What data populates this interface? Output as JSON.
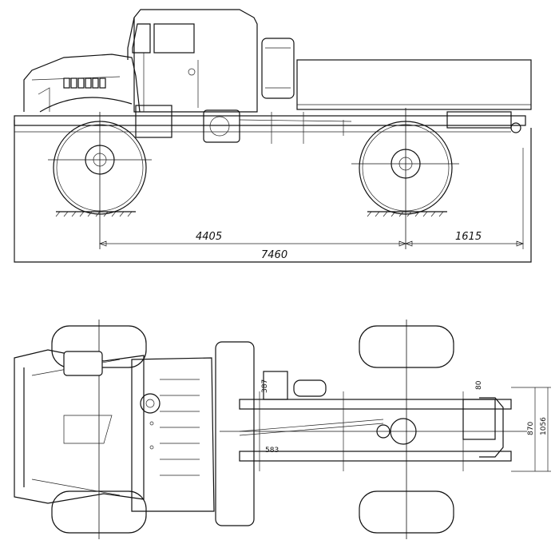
{
  "side_view": {
    "dims": {
      "wheelbase": "4405",
      "rear_overhang": "1615",
      "overall_length": "7460"
    }
  },
  "top_view": {
    "dims": {
      "d387": "387",
      "d80": "80",
      "d870": "870",
      "d1056": "1056",
      "d583": "583"
    }
  }
}
